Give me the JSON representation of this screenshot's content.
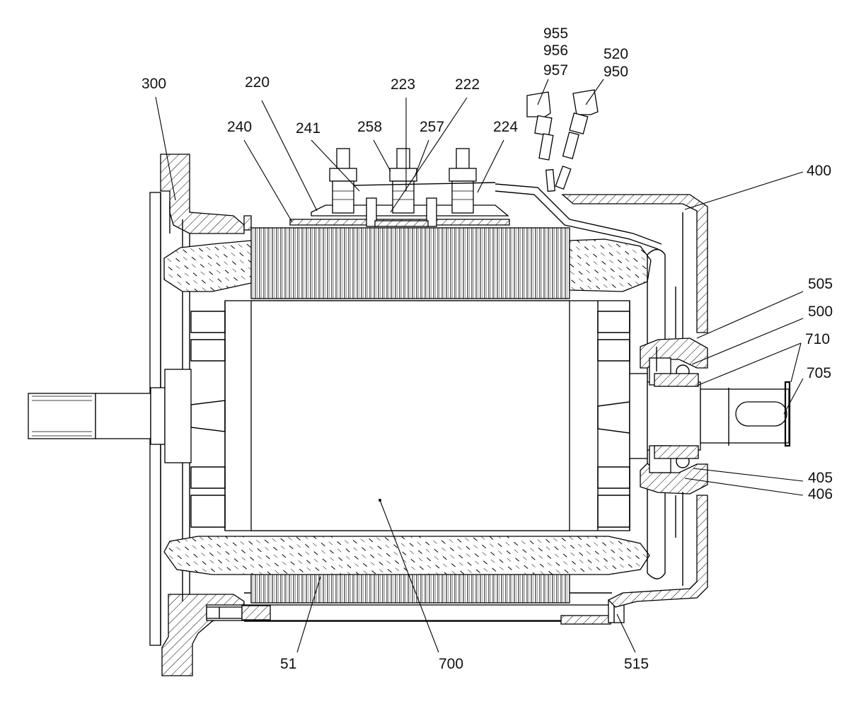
{
  "labels": {
    "l51": "51",
    "l220": "220",
    "l222": "222",
    "l223": "223",
    "l224": "224",
    "l240": "240",
    "l241": "241",
    "l257": "257",
    "l258": "258",
    "l300": "300",
    "l400": "400",
    "l405": "405",
    "l406": "406",
    "l500": "500",
    "l505": "505",
    "l515": "515",
    "l520": "520",
    "l700": "700",
    "l705": "705",
    "l710": "710",
    "l950": "950",
    "l955": "955",
    "l956": "956",
    "l957": "957"
  }
}
